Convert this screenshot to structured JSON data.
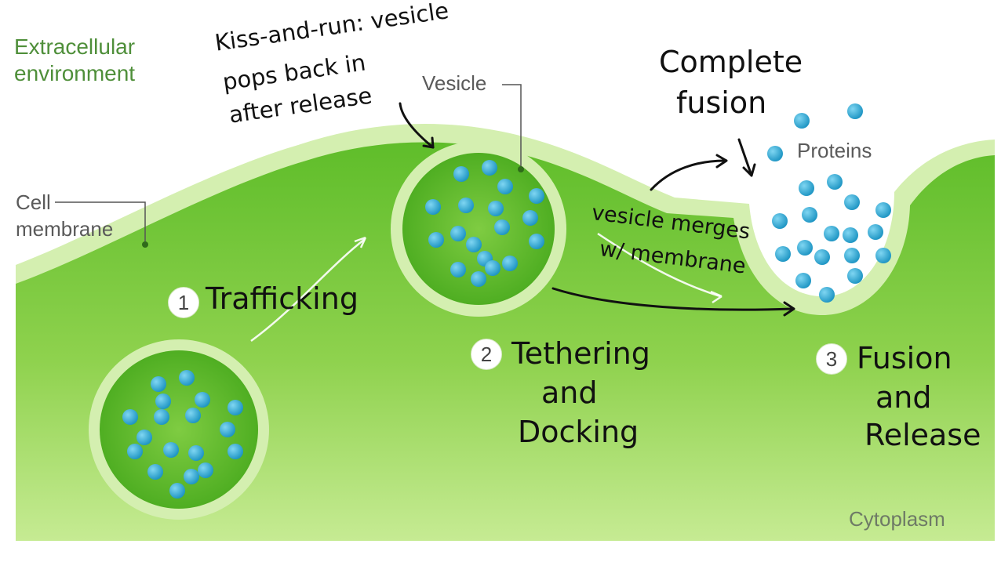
{
  "labels": {
    "extracellular_line1": "Extracellular",
    "extracellular_line2": "environment",
    "vesicle": "Vesicle",
    "cell_line1": "Cell",
    "cell_line2": "membrane",
    "proteins": "Proteins",
    "cytoplasm": "Cytoplasm"
  },
  "steps": [
    {
      "number": "1",
      "label_lines": [
        "Trafficking"
      ]
    },
    {
      "number": "2",
      "label_lines": [
        "Tethering",
        "and",
        "Docking"
      ]
    },
    {
      "number": "3",
      "label_lines": [
        "Fusion",
        "and",
        "Release"
      ]
    }
  ],
  "annotations": {
    "kiss_and_run": [
      "Kiss-and-run: vesicle",
      "pops back in",
      "after release"
    ],
    "complete_fusion": [
      "Complete",
      "fusion"
    ],
    "merges": [
      "vesicle merges",
      "w/ membrane"
    ]
  },
  "colors": {
    "membrane_light": "#d4efb0",
    "cytoplasm_top": "#6cc331",
    "cytoplasm_bottom": "#c2e98e",
    "protein": "#2aa6d4",
    "label_text": "#5a5a5a",
    "extracellular_text": "#4f8f3a",
    "ink": "#111111"
  }
}
